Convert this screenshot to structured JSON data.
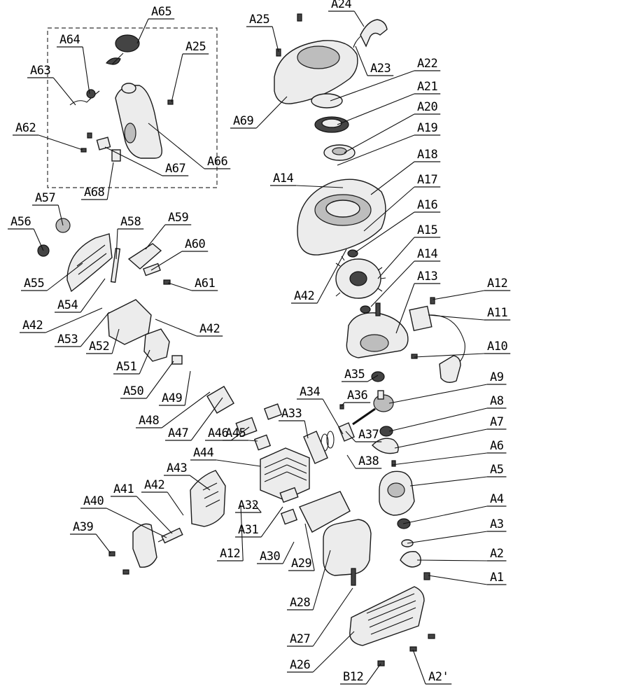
{
  "labels": [
    "A65",
    "A24",
    "A25",
    "A25",
    "A64",
    "A23",
    "A63",
    "A22",
    "A21",
    "A69",
    "A20",
    "A62",
    "A19",
    "A66",
    "A67",
    "A18",
    "A14",
    "A68",
    "A17",
    "A57",
    "A16",
    "A56",
    "A58",
    "A59",
    "A15",
    "A60",
    "A14",
    "A55",
    "A61",
    "A42",
    "A13",
    "A12",
    "A54",
    "A11",
    "A42",
    "A42",
    "A53",
    "A52",
    "A10",
    "A51",
    "A35",
    "A9",
    "A36",
    "A34",
    "A50",
    "A49",
    "A8",
    "A33",
    "A48",
    "A37",
    "A7",
    "A47",
    "A46",
    "A45",
    "A44",
    "A6",
    "A38",
    "A43",
    "A5",
    "A42",
    "A40",
    "A41",
    "A32",
    "A4",
    "A31",
    "A39",
    "A3",
    "A12",
    "A30",
    "A2",
    "A29",
    "A1",
    "A28",
    "A27",
    "A26",
    "B12",
    "A2'"
  ],
  "icons": [
    "fuel-tank-icon",
    "primer-bulb-icon",
    "fuel-line-icon",
    "starter-handle-icon",
    "starter-cover-icon",
    "recoil-spring-icon",
    "pulley-icon",
    "fan-housing-icon",
    "flywheel-icon",
    "crankcase-icon",
    "ignition-coil-icon",
    "spark-plug-cap-icon",
    "crankshaft-icon",
    "piston-icon",
    "cylinder-icon",
    "muffler-icon",
    "heat-shield-icon",
    "air-filter-cover-icon",
    "carburetor-icon",
    "clutch-housing-icon",
    "clutch-cover-icon",
    "engine-shroud-icon",
    "spark-plug-icon",
    "deflector-icon",
    "screw-icon"
  ]
}
